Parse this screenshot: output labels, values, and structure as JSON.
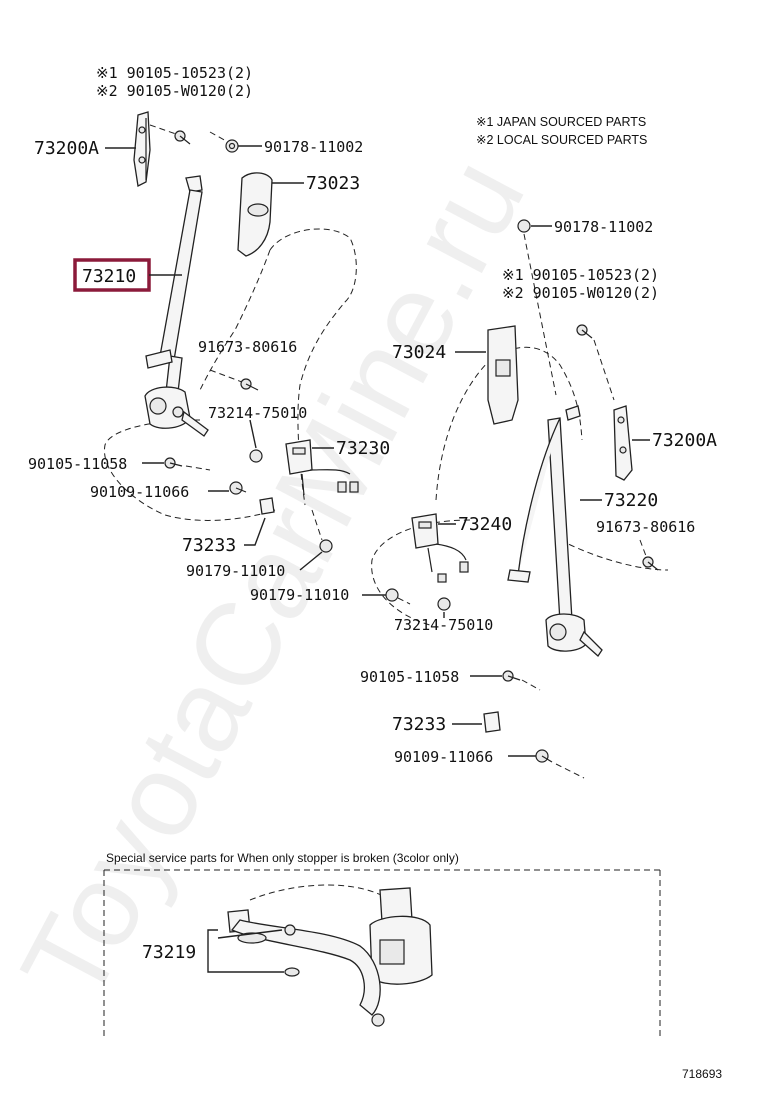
{
  "notes": {
    "japan": "※1 JAPAN SOURCED PARTS",
    "local": "※2 LOCAL SOURCED PARTS"
  },
  "labels": {
    "l_73200A_top": "73200A",
    "l_bolt1_top": "※1 90105-10523(2)",
    "l_bolt2_top": "※2 90105-W0120(2)",
    "l_90178_top": "90178-11002",
    "l_73023": "73023",
    "l_73210": "73210",
    "l_91673_left": "91673-80616",
    "l_73214_left": "73214-75010",
    "l_73230": "73230",
    "l_90105_11058_left": "90105-11058",
    "l_90109_left": "90109-11066",
    "l_73233_left": "73233",
    "l_90179_a": "90179-11010",
    "l_90179_b": "90179-11010",
    "l_90178_right": "90178-11002",
    "l_bolt1_right": "※1 90105-10523(2)",
    "l_bolt2_right": "※2 90105-W0120(2)",
    "l_73024": "73024",
    "l_73200A_right": "73200A",
    "l_73220": "73220",
    "l_91673_right": "91673-80616",
    "l_73240": "73240",
    "l_73214_right": "73214-75010",
    "l_90105_11058_right": "90105-11058",
    "l_73233_right": "73233",
    "l_90109_right": "90109-11066",
    "l_73219": "73219"
  },
  "special_note": "Special service parts for When only stopper is broken (3color only)",
  "diagram_id": "718693",
  "watermark": "ToyotaCarMine.ru",
  "highlight_color": "#8b1a3a"
}
